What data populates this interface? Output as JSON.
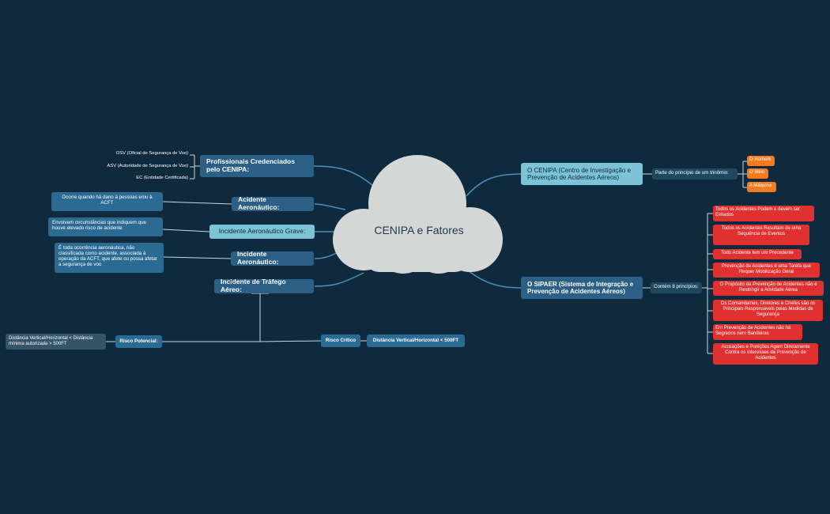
{
  "central": {
    "title": "CENIPA e Fatores"
  },
  "left": {
    "profissionais": {
      "title": "Profissionais Credenciados pelo CENIPA:",
      "items": [
        "OSV (Oficial de Segurança de Voo)",
        "ASV (Autoridade de Segurança de Voo)",
        "EC (Entidade Certificada)"
      ]
    },
    "acidente": {
      "title": "Acidente Aeronáutico:",
      "note": "Ocorre quando há dano à pessoas e/ou à ACFT"
    },
    "incidente_grave": {
      "title": "Incidente Aeronáutico Grave:",
      "note": "Envolvem circunstâncias que indiquem que houve elevado risco de acidente"
    },
    "incidente": {
      "title": "Incidente Aeronáutico:",
      "note": "É toda ocorrência aeronáutica, não classificada como acidente, associada à operação da ACFT, que afete ou possa afetar a segurança de voo"
    },
    "trafego": {
      "title": "Incidente de Tráfego Aéreo:",
      "risco_potencial": "Risco Potencial:",
      "risco_potencial_note": "Distância Vertical/Horizontal < Distância mínima autorizada > 500FT",
      "risco_critico": "Risco Crítico",
      "risco_critico_note": "Distância Vertical/Horizontal < 500FT"
    }
  },
  "right": {
    "cenipa": {
      "title": "O CENIPA (Centro de Investigação e Prevenção de Acidentes Aéreos)",
      "label": "Parte do princípio de um trinômio:",
      "items": [
        "O Homem",
        "O Meio",
        "A Máquina"
      ]
    },
    "sipaer": {
      "title": "O SIPAER (Sistema de Integração e Prevenção de Acidentes Aéreos)",
      "label": "Contém 8 princípios:",
      "items": [
        "Todos os Acidentes Podem e devem ser Evitados",
        "Todos os Acidentes Resultam de uma Sequência de Eventos",
        "Todo Acidente tem um Precedente",
        "Prevenção de Acidentes é uma Tarefa que Requer Mobilização Geral",
        "O Propósito da Prevenção de Acidentes não é Restringir a Atividade Aérea",
        "Os Comandantes, Diretores e Chefes são os Principais Responsáveis pelas Medidas de Segurança",
        "Em Prevenção de Acidentes não há Segredos nem Bandeiras",
        "Acusações e Punições Agem Diretamente Contra os Interesses da Prevenção de Acidentes"
      ]
    }
  }
}
